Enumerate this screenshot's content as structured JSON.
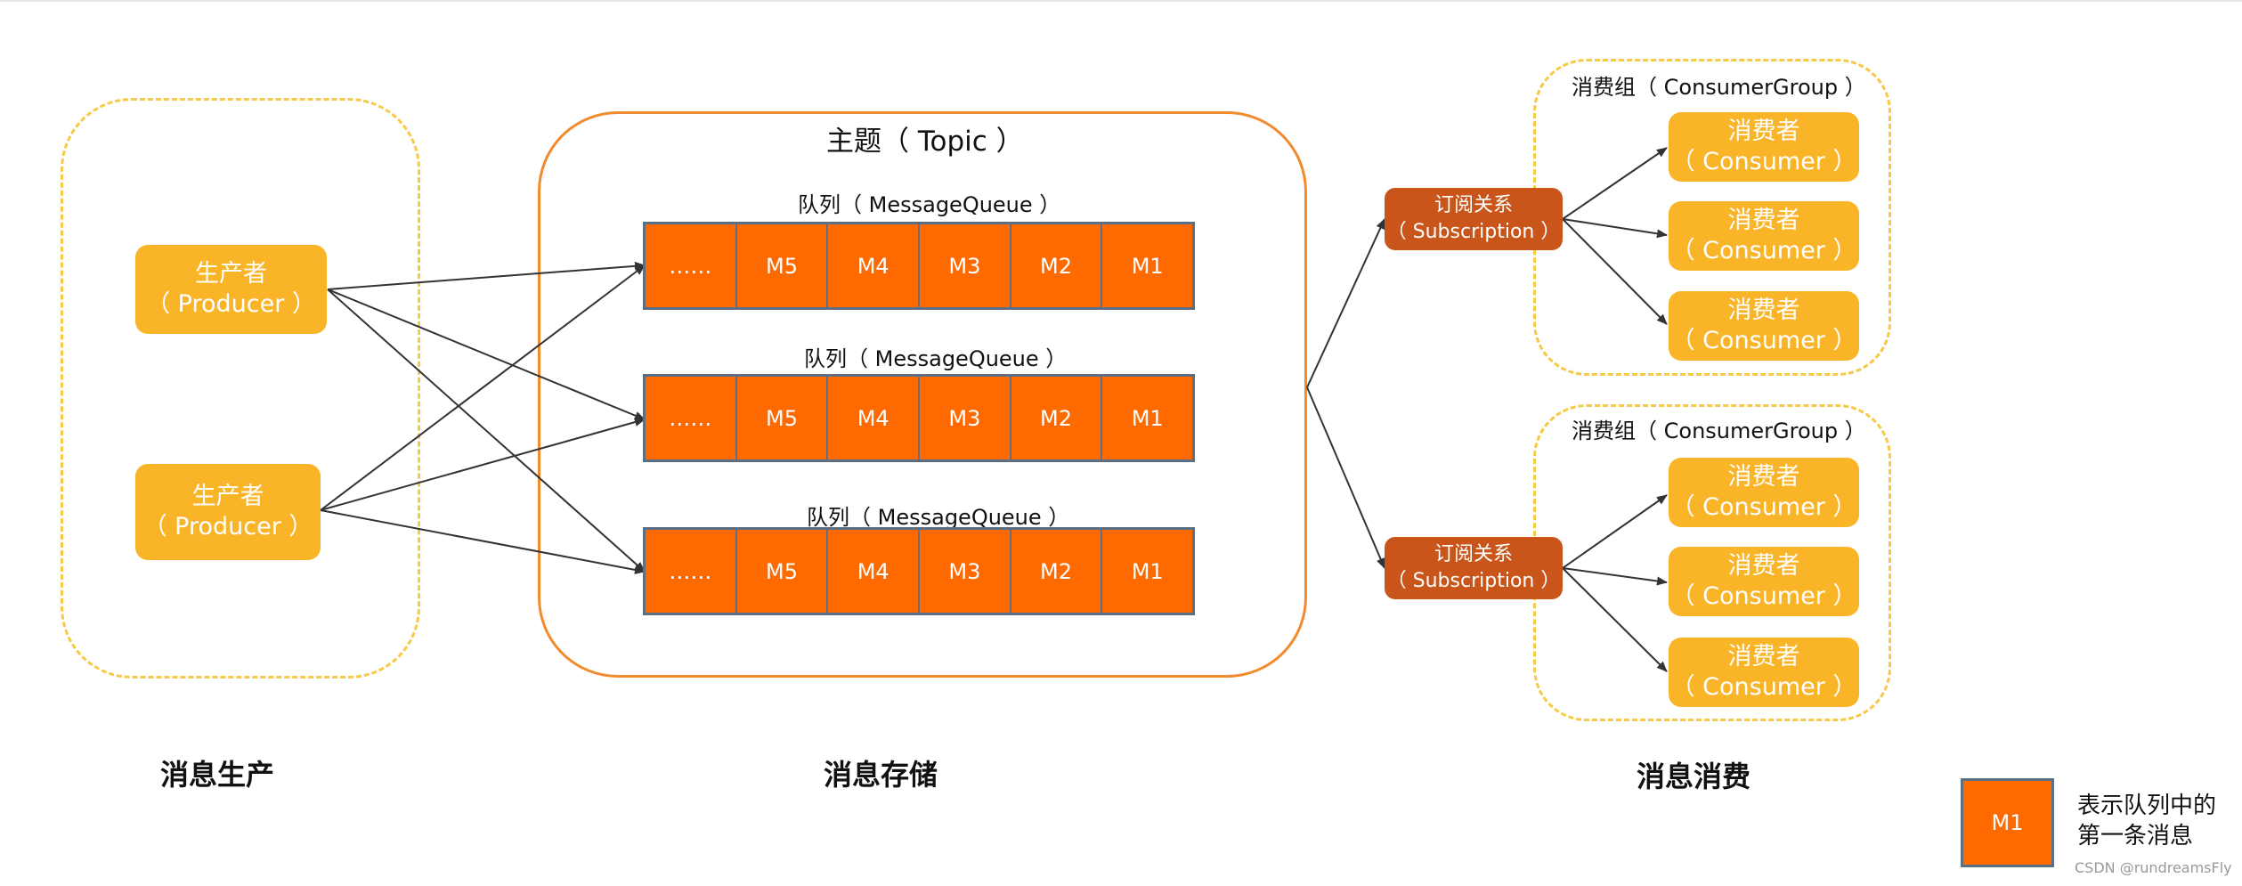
{
  "sections": {
    "production": "消息生产",
    "storage": "消息存储",
    "consumption": "消息消费"
  },
  "producers": [
    {
      "name": "生产者",
      "sub": "（ Producer ）"
    },
    {
      "name": "生产者",
      "sub": "（ Producer ）"
    }
  ],
  "topic": {
    "title": "主题（ Topic ）",
    "queues": [
      {
        "label": "队列（ MessageQueue ）",
        "cells": [
          "……",
          "M5",
          "M4",
          "M3",
          "M2",
          "M1"
        ]
      },
      {
        "label": "队列（ MessageQueue ）",
        "cells": [
          "……",
          "M5",
          "M4",
          "M3",
          "M2",
          "M1"
        ]
      },
      {
        "label": "队列（ MessageQueue ）",
        "cells": [
          "……",
          "M5",
          "M4",
          "M3",
          "M2",
          "M1"
        ]
      }
    ]
  },
  "subscriptions": [
    {
      "name": "订阅关系",
      "sub": "（ Subscription ）"
    },
    {
      "name": "订阅关系",
      "sub": "（ Subscription ）"
    }
  ],
  "consumer_groups": [
    {
      "label": "消费组（ ConsumerGroup ）",
      "consumers": [
        {
          "name": "消费者",
          "sub": "（ Consumer ）"
        },
        {
          "name": "消费者",
          "sub": "（ Consumer ）"
        },
        {
          "name": "消费者",
          "sub": "（ Consumer ）"
        }
      ]
    },
    {
      "label": "消费组（ ConsumerGroup ）",
      "consumers": [
        {
          "name": "消费者",
          "sub": "（ Consumer ）"
        },
        {
          "name": "消费者",
          "sub": "（ Consumer ）"
        },
        {
          "name": "消费者",
          "sub": "（ Consumer ）"
        }
      ]
    }
  ],
  "legend": {
    "box": "M1",
    "line1": "表示队列中的",
    "line2": "第一条消息"
  },
  "watermark": "CSDN @rundreamsFly",
  "colors": {
    "producer_consumer": "#f9b428",
    "subscription": "#c9551b",
    "queue_cell": "#ff6a00",
    "topic_border": "#f28a2e",
    "dashed_border": "#f7c948"
  }
}
